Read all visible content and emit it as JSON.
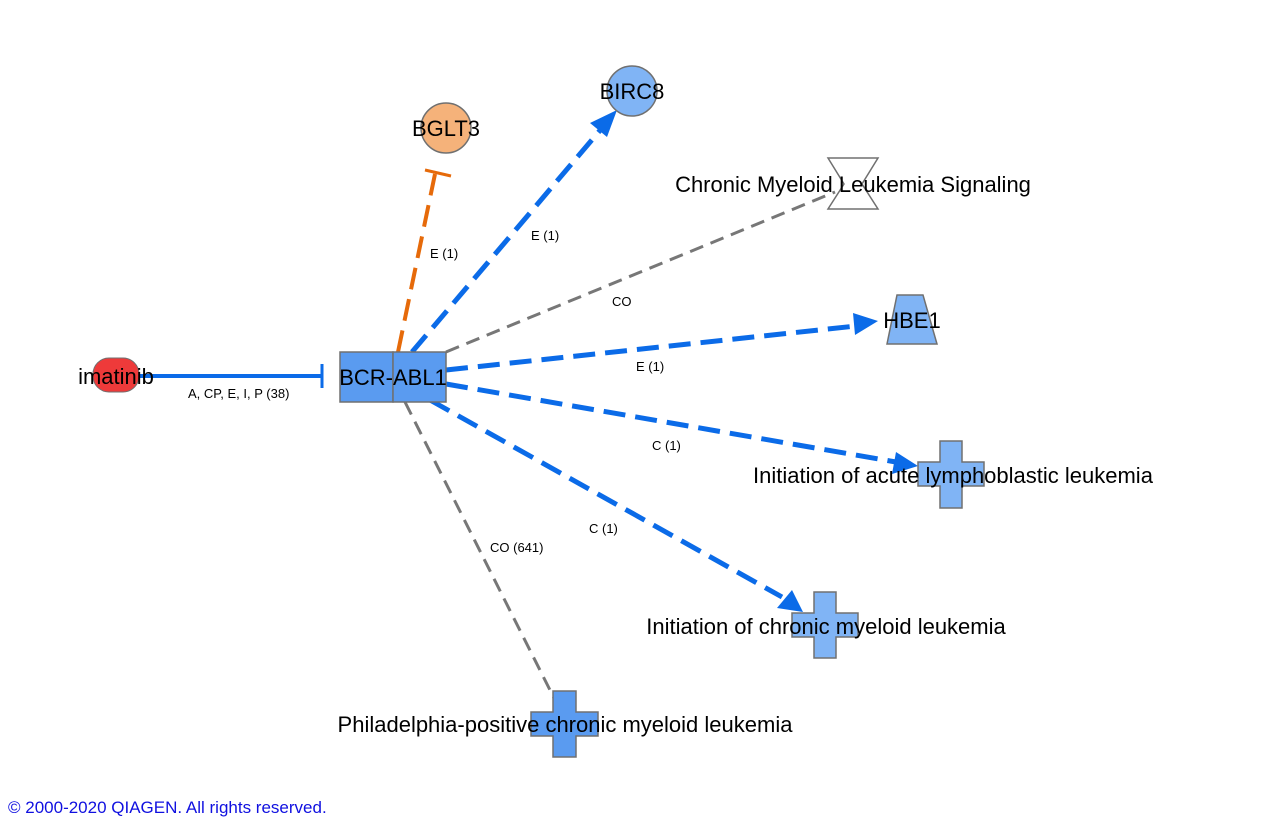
{
  "colors": {
    "blue_edge": "#0b6be8",
    "orange_edge": "#e66a0a",
    "gray_edge": "#777777",
    "node_blue": "#5a9bf0",
    "node_lightblue": "#80b4f5",
    "node_orange": "#f5b27a",
    "node_red": "#ee3a3a",
    "node_stroke": "#707070",
    "copyright": "#1010e0"
  },
  "nodes": [
    {
      "id": "imatinib",
      "label": "imatinib",
      "shape": "rounded-pill",
      "fill": "#ee3a3a"
    },
    {
      "id": "bcr-abl1",
      "label": "BCR-ABL1",
      "shape": "double-rectangle",
      "fill": "#5a9bf0"
    },
    {
      "id": "bglt3",
      "label": "BGLT3",
      "shape": "circle",
      "fill": "#f5b27a"
    },
    {
      "id": "birc8",
      "label": "BIRC8",
      "shape": "circle",
      "fill": "#80b4f5"
    },
    {
      "id": "cml-signaling",
      "label": "Chronic Myeloid Leukemia Signaling",
      "shape": "hourglass",
      "fill": "#ffffff"
    },
    {
      "id": "hbe1",
      "label": "HBE1",
      "shape": "trapezoid",
      "fill": "#80b4f5"
    },
    {
      "id": "init-all",
      "label": "Initiation of acute lymphoblastic leukemia",
      "shape": "cross",
      "fill": "#80b4f5"
    },
    {
      "id": "init-cml",
      "label": "Initiation of chronic myeloid leukemia",
      "shape": "cross",
      "fill": "#80b4f5"
    },
    {
      "id": "ph-cml",
      "label": "Philadelphia-positive chronic myeloid leukemia",
      "shape": "cross",
      "fill": "#5a9bf0"
    }
  ],
  "edges": [
    {
      "from": "imatinib",
      "to": "bcr-abl1",
      "label": "A, CP, E, I, P (38)",
      "style": "solid",
      "color": "#0b6be8",
      "end": "inhibit"
    },
    {
      "from": "bcr-abl1",
      "to": "bglt3",
      "label": "E (1)",
      "style": "dashed",
      "color": "#e66a0a",
      "end": "inhibit"
    },
    {
      "from": "bcr-abl1",
      "to": "birc8",
      "label": "E (1)",
      "style": "dashed",
      "color": "#0b6be8",
      "end": "arrow"
    },
    {
      "from": "bcr-abl1",
      "to": "cml-signaling",
      "label": "CO",
      "style": "dashed",
      "color": "#777777",
      "end": "none"
    },
    {
      "from": "bcr-abl1",
      "to": "hbe1",
      "label": "E (1)",
      "style": "dashed",
      "color": "#0b6be8",
      "end": "arrow"
    },
    {
      "from": "bcr-abl1",
      "to": "init-all",
      "label": "C (1)",
      "style": "dashed",
      "color": "#0b6be8",
      "end": "arrow"
    },
    {
      "from": "bcr-abl1",
      "to": "init-cml",
      "label": "C (1)",
      "style": "dashed",
      "color": "#0b6be8",
      "end": "arrow"
    },
    {
      "from": "bcr-abl1",
      "to": "ph-cml",
      "label": "CO (641)",
      "style": "dashed",
      "color": "#777777",
      "end": "none"
    }
  ],
  "footer": {
    "copyright": "© 2000-2020 QIAGEN. All rights reserved."
  }
}
